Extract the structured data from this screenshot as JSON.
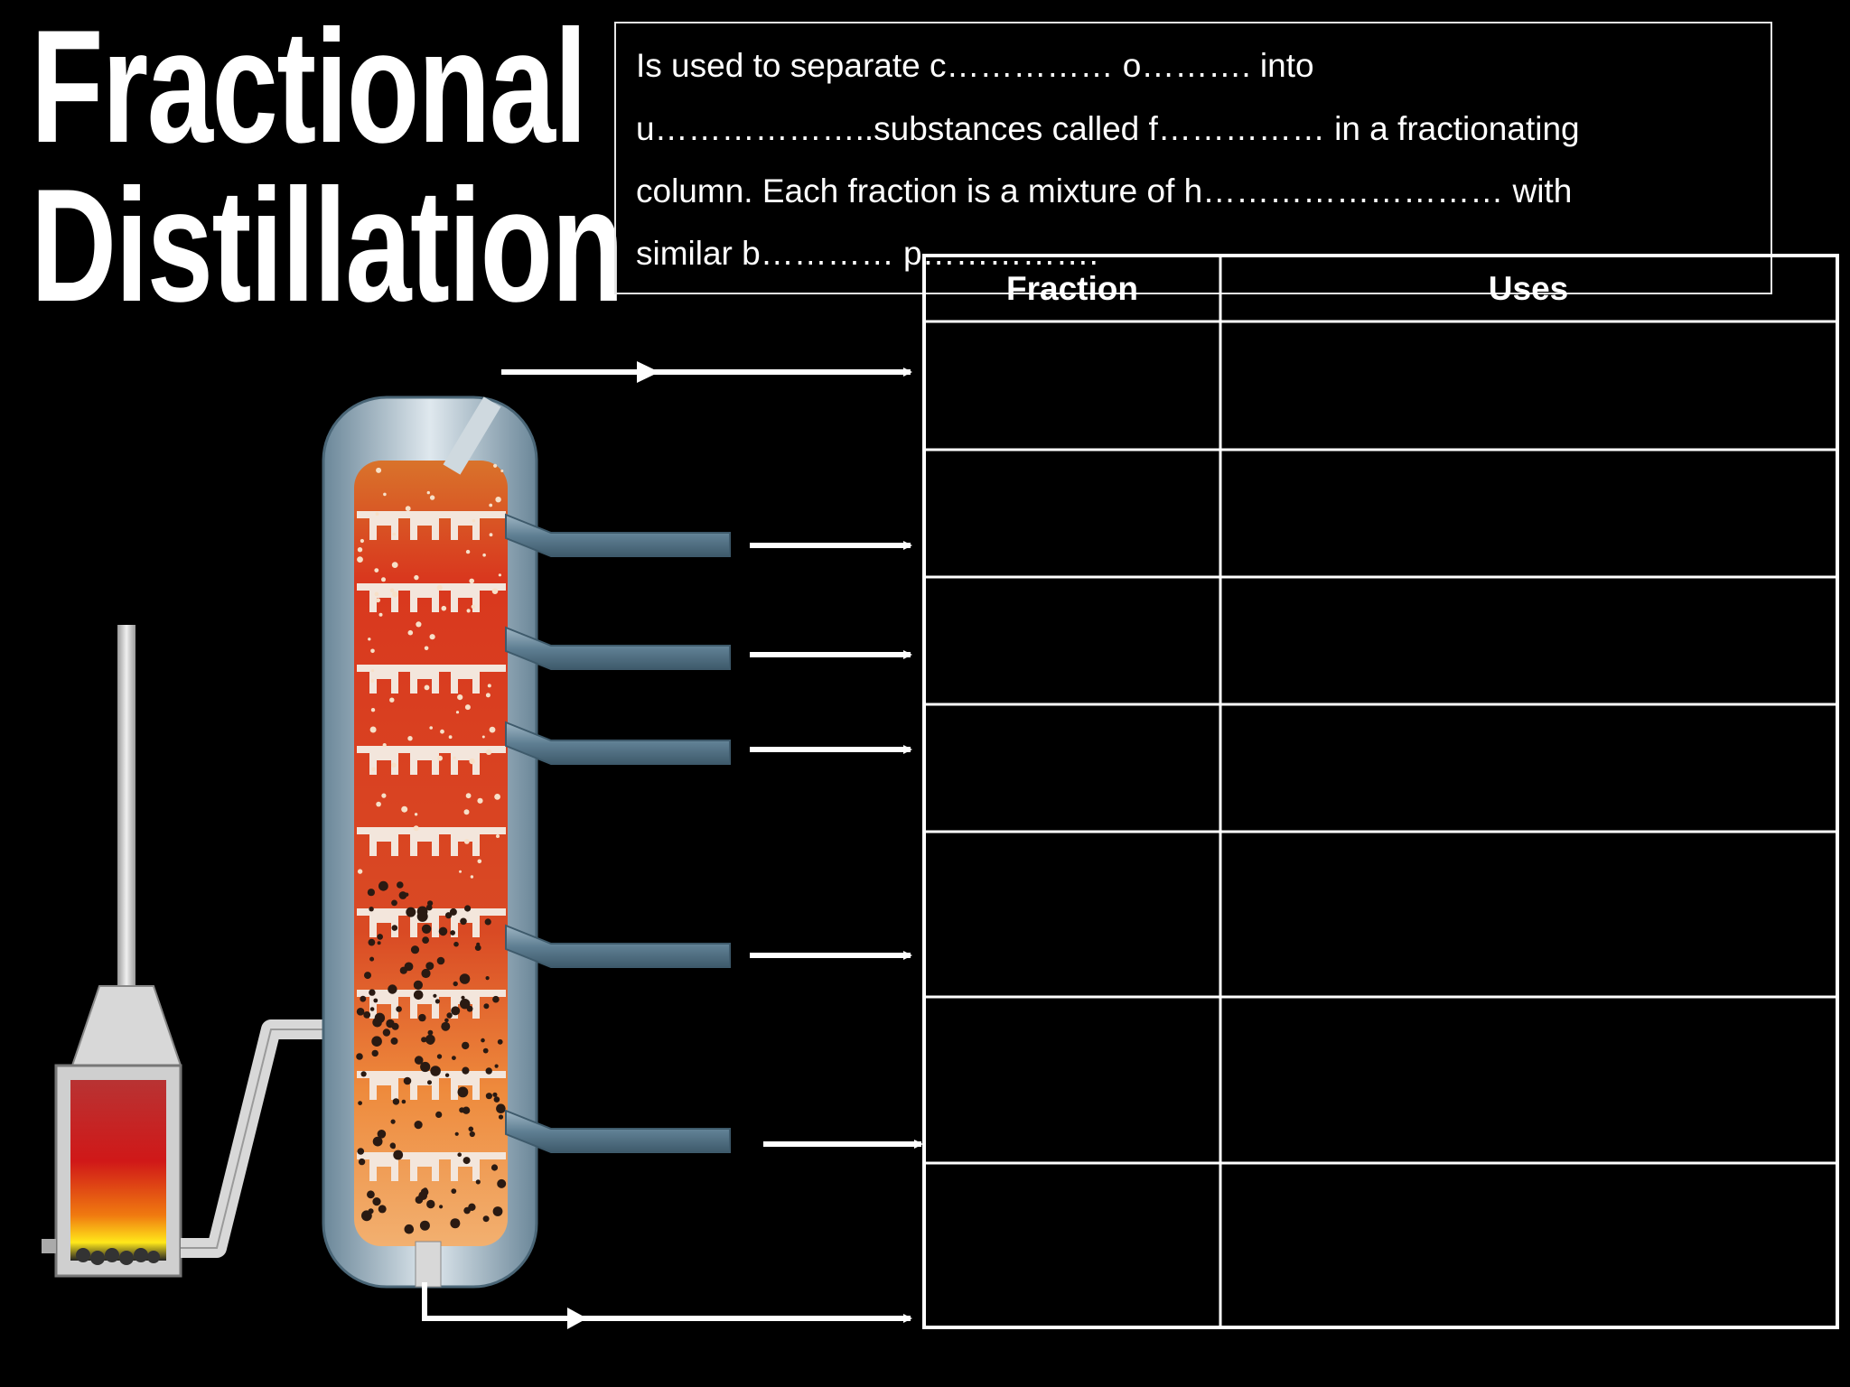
{
  "title": {
    "line1": "Fractional",
    "line2": "Distillation"
  },
  "definition": {
    "line1": "Is used to separate c…………… o………. into",
    "line2": "u………………..substances called f……………  in a fractionating",
    "line3": "column.   Each fraction is a mixture of h……………………… with",
    "line4": "similar b………… p……………."
  },
  "table": {
    "headers": [
      "Fraction",
      "Uses"
    ],
    "row_count": 8
  },
  "colors": {
    "background": "#000000",
    "lines": "#ffffff",
    "column_shell": "#c9d6df",
    "hot": "#d9381e",
    "warm": "#e8843a"
  }
}
